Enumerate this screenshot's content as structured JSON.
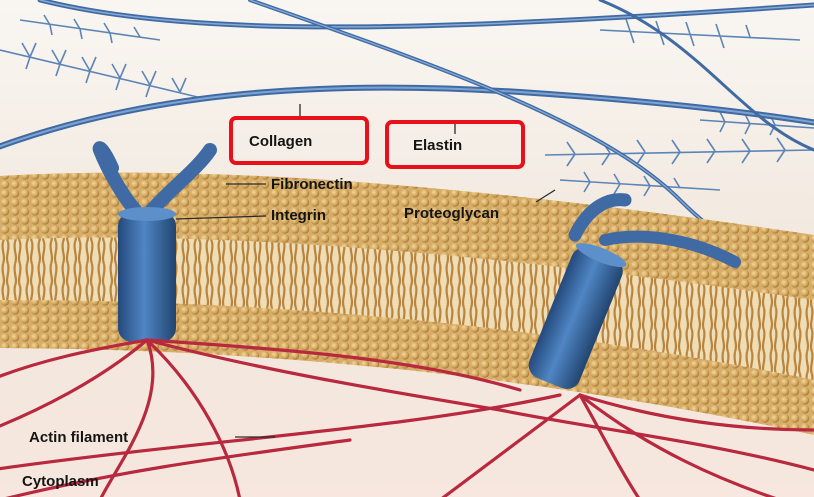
{
  "diagram": {
    "labels": {
      "collagen": "Collagen",
      "elastin": "Elastin",
      "fibronectin": "Fibronectin",
      "integrin": "Integrin",
      "proteoglycan": "Proteoglycan",
      "actin_filament": "Actin filament",
      "cytoplasm": "Cytoplasm"
    },
    "highlighted": [
      "Collagen",
      "Elastin"
    ],
    "colors": {
      "highlight_box": "#e8101a",
      "collagen_fiber": "#3f6aa3",
      "integrin": "#3d6ca6",
      "lipid_head": "#d2a85e",
      "actin_filament": "#b8283e",
      "proteoglycan": "#4f78ad"
    }
  }
}
